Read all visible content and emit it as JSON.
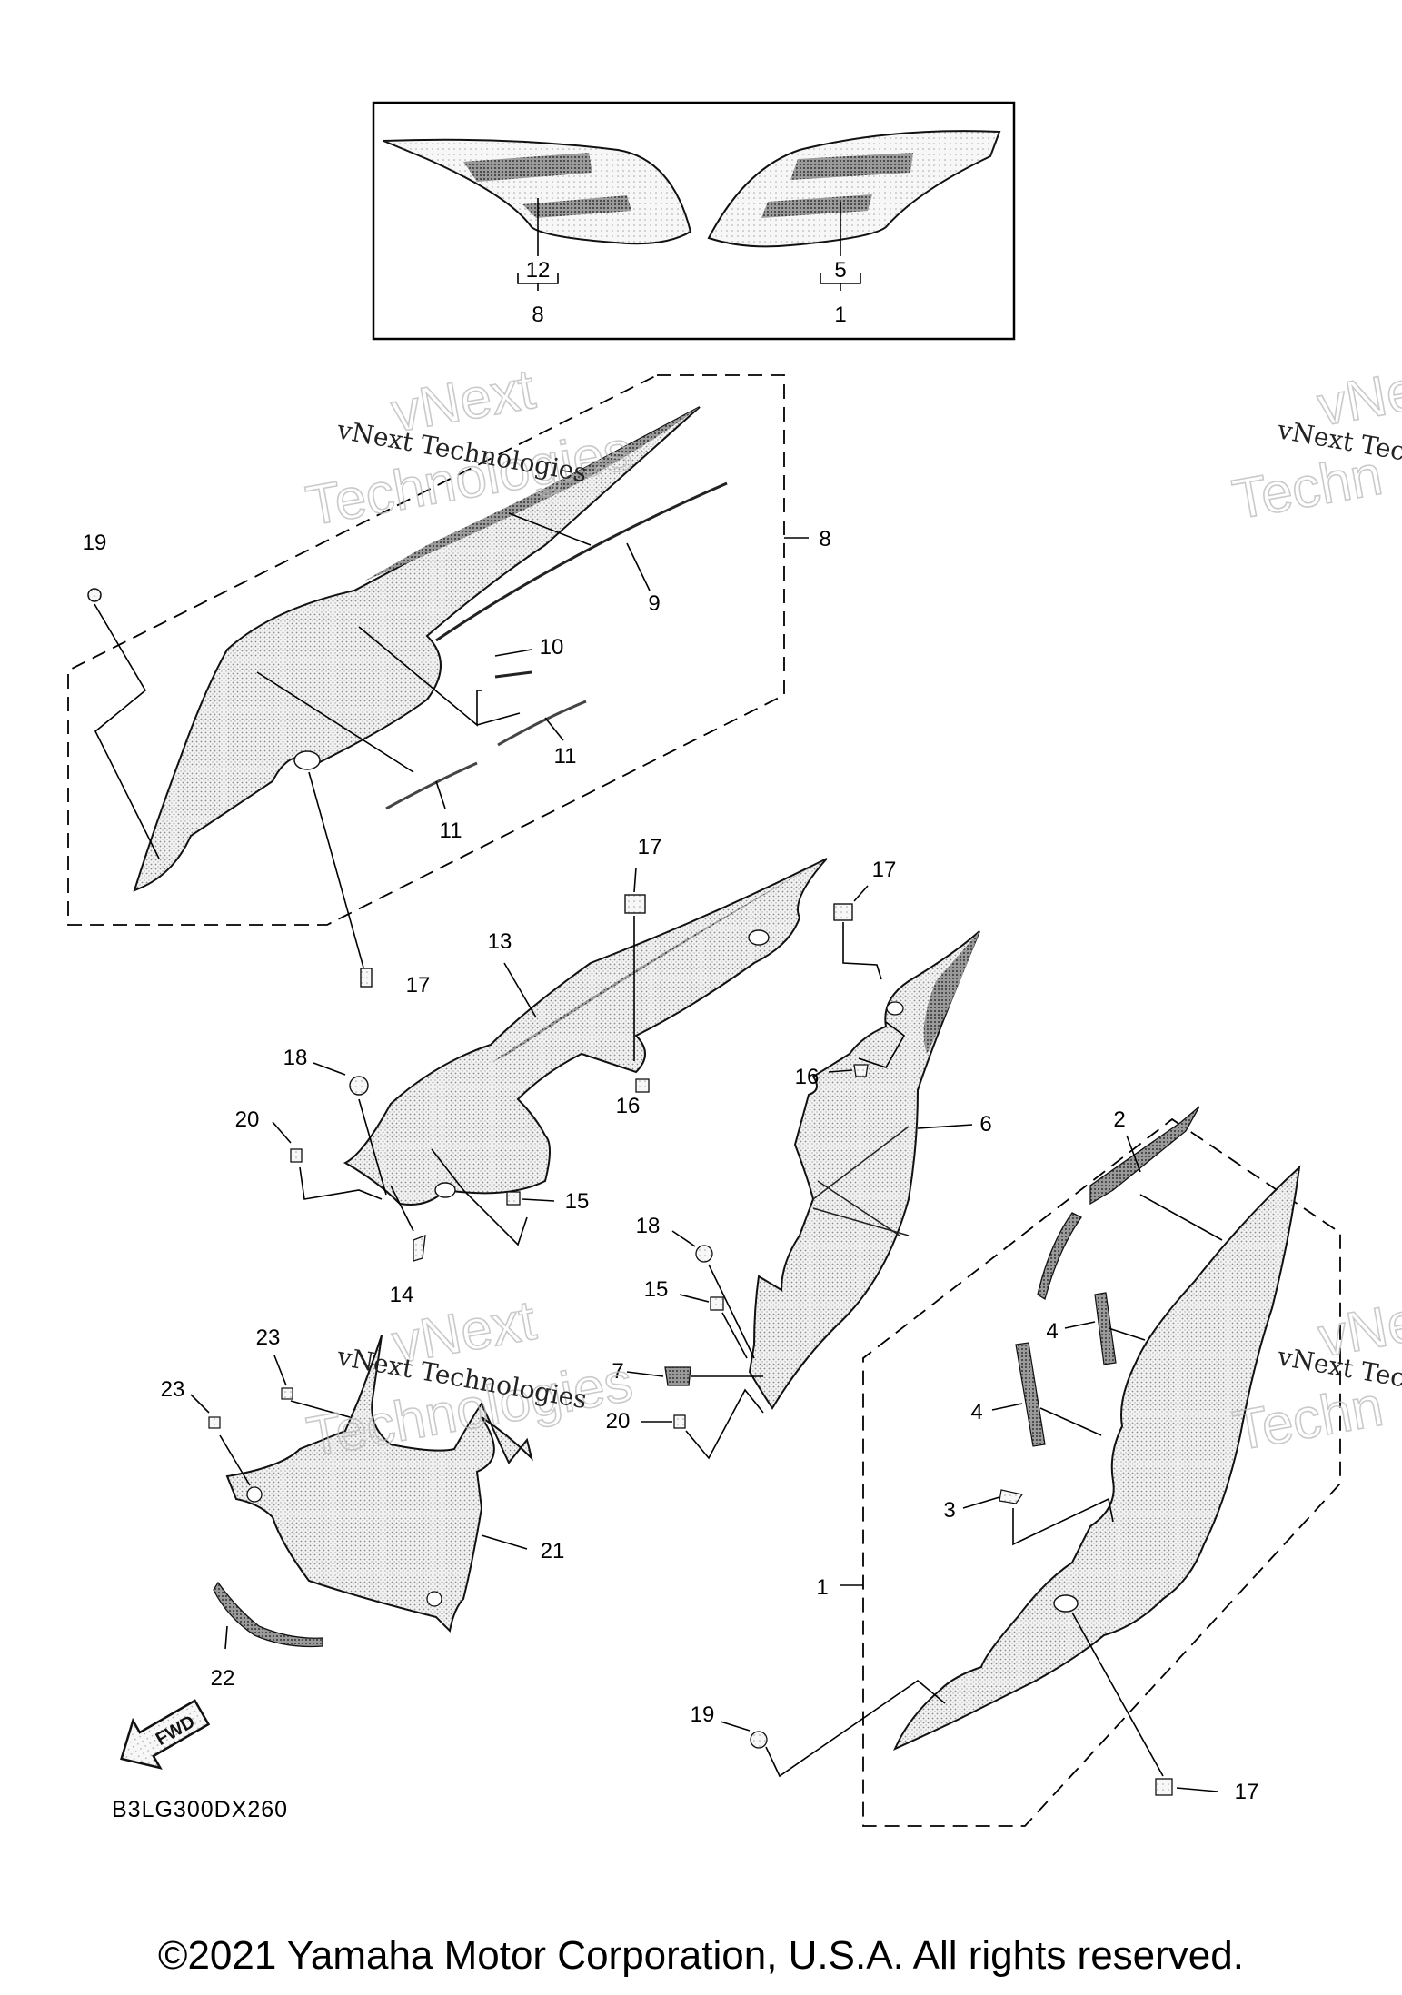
{
  "diagram": {
    "reference_code": "B3LG300DX260",
    "fwd_label": "FWD",
    "watermark": {
      "line1": "vNext",
      "line2": "Technologies",
      "caption": "vNext Technologies"
    },
    "watermark_partial": {
      "line1": "vNe",
      "line2": "Techn",
      "caption": "vNext Tec"
    },
    "inset": {
      "left_top": "12",
      "left_bottom": "8",
      "right_top": "5",
      "right_bottom": "1"
    },
    "callouts": {
      "c1": "1",
      "c2": "2",
      "c3": "3",
      "c4a": "4",
      "c4b": "4",
      "c6": "6",
      "c7": "7",
      "c8": "8",
      "c9": "9",
      "c10": "10",
      "c11a": "11",
      "c11b": "11",
      "c13": "13",
      "c14": "14",
      "c15a": "15",
      "c15b": "15",
      "c16a": "16",
      "c16b": "16",
      "c17a": "17",
      "c17b": "17",
      "c17c": "17",
      "c17d": "17",
      "c18a": "18",
      "c18b": "18",
      "c19a": "19",
      "c19b": "19",
      "c20a": "20",
      "c20b": "20",
      "c21": "21",
      "c22": "22",
      "c23a": "23",
      "c23b": "23"
    }
  },
  "footer": {
    "copyright": "©2021 Yamaha Motor Corporation, U.S.A. All rights reserved."
  }
}
